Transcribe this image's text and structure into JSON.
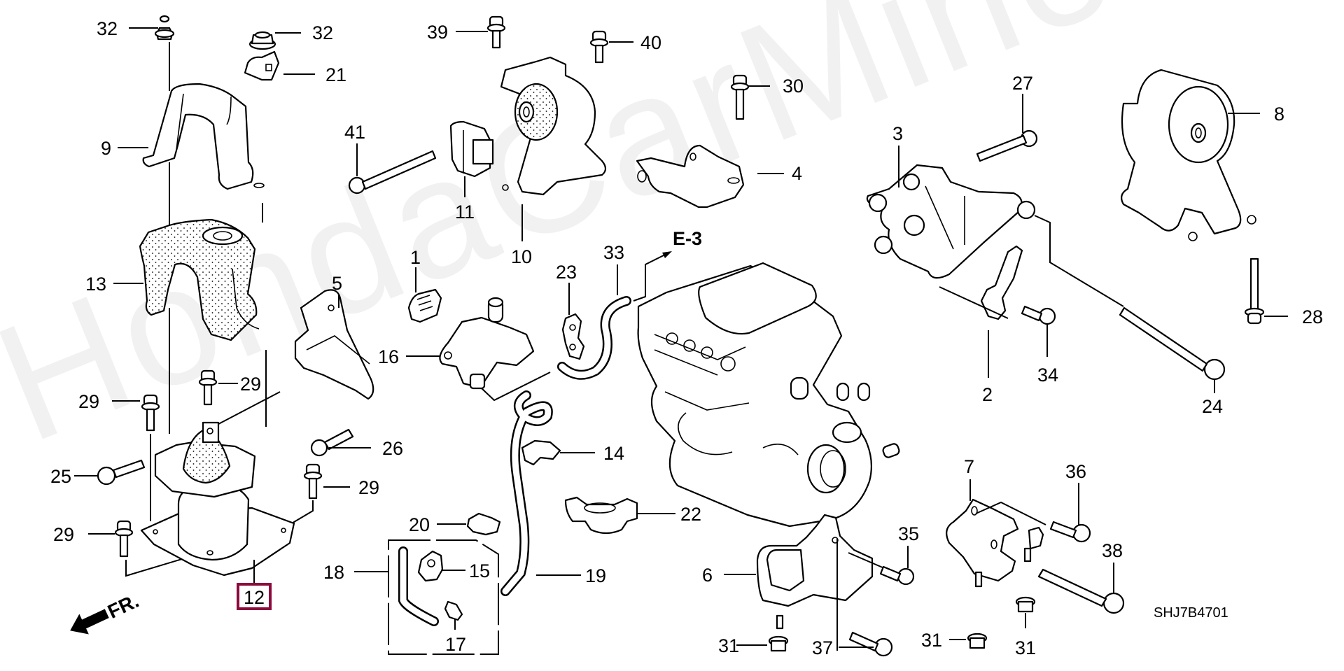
{
  "diagram": {
    "title": "Engine mount parts diagram",
    "diagram_code": "SHJ7B4701",
    "reference_label": "E-3",
    "direction_indicator": "FR.",
    "watermark": "HondaCarMine.ru",
    "highlight_color": "#8c0a3c",
    "highlighted_part": "12",
    "labels": {
      "l32a": "32",
      "l32b": "32",
      "l21": "21",
      "l9": "9",
      "l13": "13",
      "l29a": "29",
      "l29b": "29",
      "l29c": "29",
      "l29d": "29",
      "l25": "25",
      "l26": "26",
      "l5": "5",
      "l12": "12",
      "l39": "39",
      "l40": "40",
      "l41": "41",
      "l11": "11",
      "l10": "10",
      "l30": "30",
      "l4": "4",
      "l1": "1",
      "l23": "23",
      "l33": "33",
      "l16": "16",
      "l14": "14",
      "l22": "22",
      "l20": "20",
      "l18": "18",
      "l15": "15",
      "l17": "17",
      "l19": "19",
      "l3": "3",
      "l27": "27",
      "l8": "8",
      "l2": "2",
      "l34": "34",
      "l24": "24",
      "l28": "28",
      "l6": "6",
      "l7": "7",
      "l35": "35",
      "l36": "36",
      "l37": "37",
      "l31a": "31",
      "l31b": "31",
      "l31c": "31",
      "l38": "38"
    }
  }
}
